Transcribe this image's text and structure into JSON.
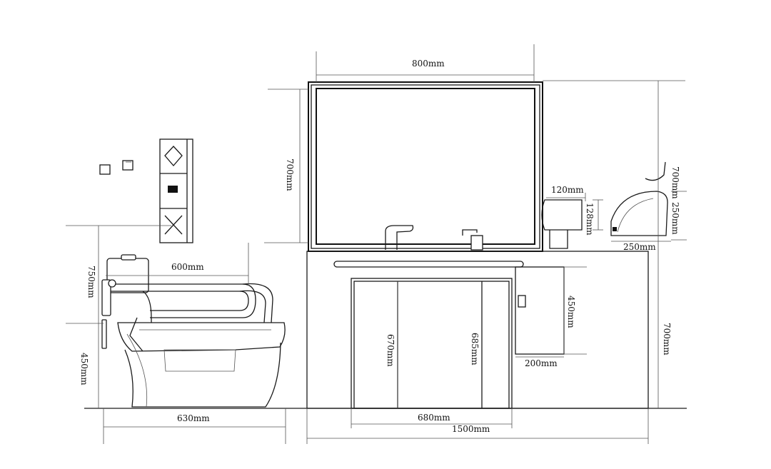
{
  "dimensions": {
    "mirror_width": "800mm",
    "mirror_height": "700mm",
    "dryer_width": "120mm",
    "dryer_height": "128mm",
    "hand_dryer_height": "700mm",
    "hand_dryer_size": "250mm",
    "hand_dryer_width": "250mm",
    "grab_bar_length": "600mm",
    "grab_bar_height": "750mm",
    "seat_height": "450mm",
    "toilet_depth": "630mm",
    "cabinet_door_height_left": "670mm",
    "cabinet_door_height_right": "685mm",
    "door_width": "680mm",
    "vanity_length": "1500mm",
    "drawer_height": "450mm",
    "drawer_width": "200mm",
    "vanity_height": "700mm"
  },
  "panel_icon": "keypad-icon"
}
